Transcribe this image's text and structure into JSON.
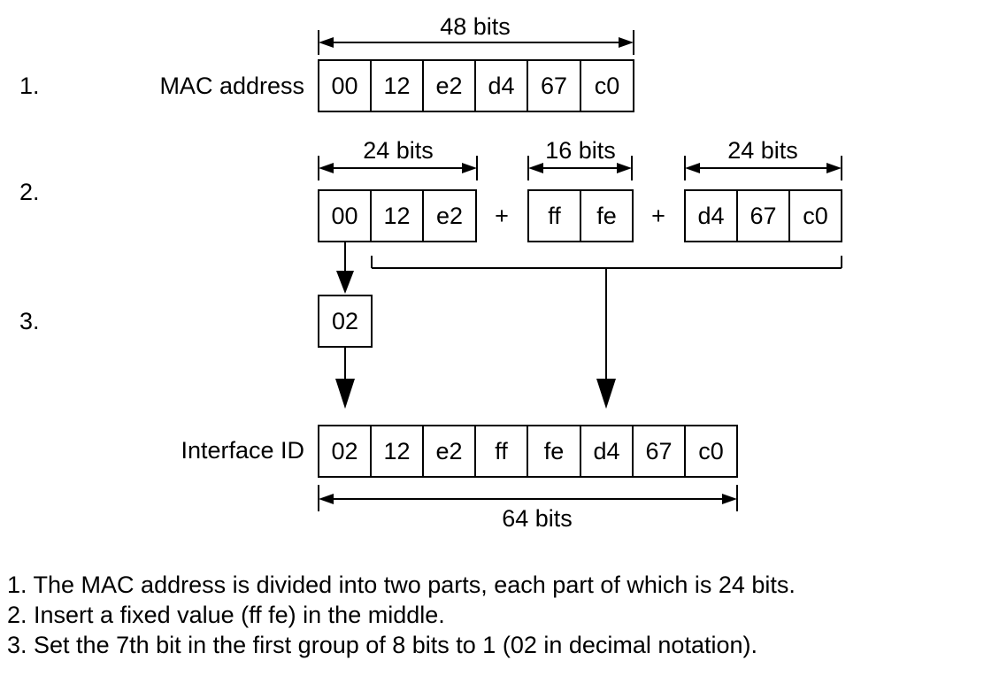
{
  "steps": [
    "1.",
    "2.",
    "3."
  ],
  "mac": {
    "label": "MAC address",
    "bits_label": "48 bits",
    "bytes": [
      "00",
      "12",
      "e2",
      "d4",
      "67",
      "c0"
    ]
  },
  "split": {
    "left": {
      "bits_label": "24 bits",
      "bytes": [
        "00",
        "12",
        "e2"
      ]
    },
    "middle": {
      "bits_label": "16 bits",
      "bytes": [
        "ff",
        "fe"
      ]
    },
    "right": {
      "bits_label": "24 bits",
      "bytes": [
        "d4",
        "67",
        "c0"
      ]
    },
    "plus": "+"
  },
  "flipped": {
    "byte": "02"
  },
  "interface_id": {
    "label": "Interface ID",
    "bits_label": "64 bits",
    "bytes": [
      "02",
      "12",
      "e2",
      "ff",
      "fe",
      "d4",
      "67",
      "c0"
    ]
  },
  "notes": [
    "1. The MAC address is divided into two parts, each part of which is 24 bits.",
    "2. Insert a fixed value (ff fe) in the middle.",
    "3. Set the 7th bit in the first group of 8 bits to 1 (02 in decimal notation)."
  ]
}
